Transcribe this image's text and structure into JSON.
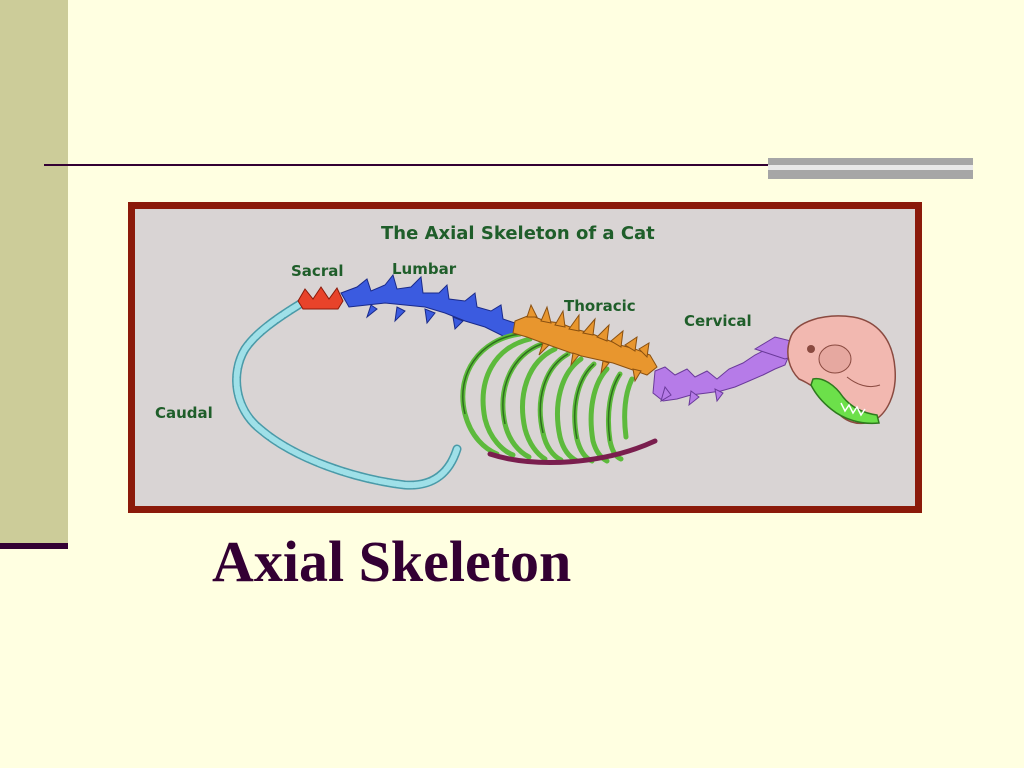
{
  "slide": {
    "title": "Axial Skeleton"
  },
  "figure": {
    "title": "The Axial Skeleton of a Cat",
    "labels": {
      "sacral": "Sacral",
      "lumbar": "Lumbar",
      "thoracic": "Thoracic",
      "cervical": "Cervical",
      "caudal": "Caudal"
    }
  },
  "colors": {
    "background": "#FFFFE1",
    "accent_band": "#CCCC99",
    "title_text": "#330033",
    "frame": "#8B1A0A",
    "figure_bg": "#D9D4D4",
    "label_text": "#1F5E2A",
    "sacral": "#E8432A",
    "lumbar": "#3B5BE0",
    "thoracic": "#E8962E",
    "ribs": "#5DBA3C",
    "sternum": "#7A1E4E",
    "cervical": "#B67BE8",
    "caudal": "#9FE0E8",
    "skull": "#F2B8B0",
    "jaw": "#6CE04A"
  }
}
